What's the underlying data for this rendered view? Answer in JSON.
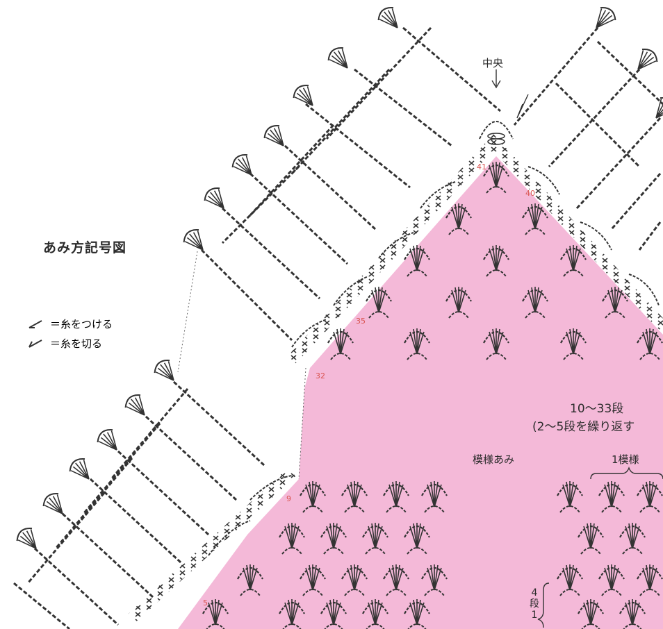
{
  "title": "あみ方記号図",
  "legend": {
    "attach": "＝糸をつける",
    "cut": "＝糸を切る"
  },
  "labels": {
    "center": "中央",
    "rows_range": "10〜33段",
    "repeat_note": "(2〜5段を繰り返す",
    "pattern_name": "模様あみ",
    "repeat_unit": "1模様",
    "side_rows": "4段1"
  },
  "row_numbers": [
    "41",
    "40",
    "35",
    "32",
    "9",
    "5"
  ],
  "colors": {
    "fill": "#f4b9d8",
    "ink": "#333333",
    "row_number": "#d9534f"
  }
}
